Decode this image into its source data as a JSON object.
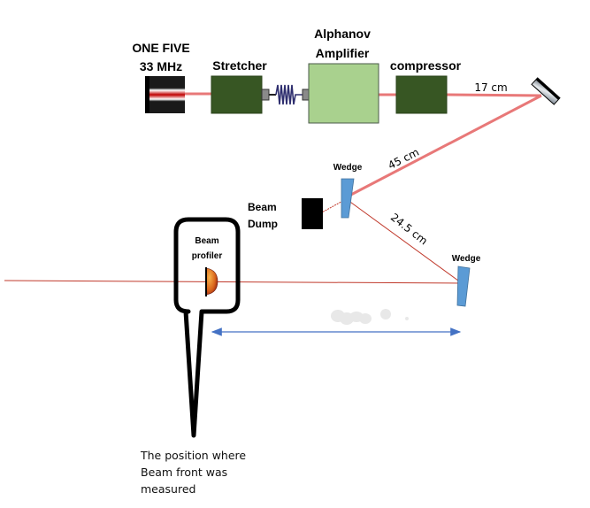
{
  "title": "Optical setup for beam front measurement",
  "components": {
    "laser": {
      "label_line1": "ONE FIVE",
      "label_line2": "33 MHz"
    },
    "stretcher": {
      "label": "Stretcher"
    },
    "amplifier": {
      "label_line1": "Alphanov",
      "label_line2": "Amplifier"
    },
    "compressor": {
      "label": "compressor"
    },
    "wedge1": {
      "label": "Wedge"
    },
    "wedge2": {
      "label": "Wedge"
    },
    "beam_dump": {
      "label_line1": "Beam",
      "label_line2": "Dump"
    },
    "beam_profiler": {
      "label_line1": "Beam",
      "label_line2": "profiler"
    }
  },
  "distances": {
    "compressor_to_mirror": "17 cm",
    "mirror_to_wedge1": "45 cm",
    "wedge1_to_wedge2": "24.5 cm"
  },
  "callout": {
    "text_line1": "The position where",
    "text_line2": "Beam front was",
    "text_line3": "measured"
  },
  "colors": {
    "beam": "#e87878",
    "beam_thin": "#c0392b",
    "dark_green": "#375623",
    "light_green": "#a9d18e",
    "wedge_blue": "#5b9bd5",
    "arrow_blue": "#4472c4",
    "spring": "#2e2e6e"
  }
}
